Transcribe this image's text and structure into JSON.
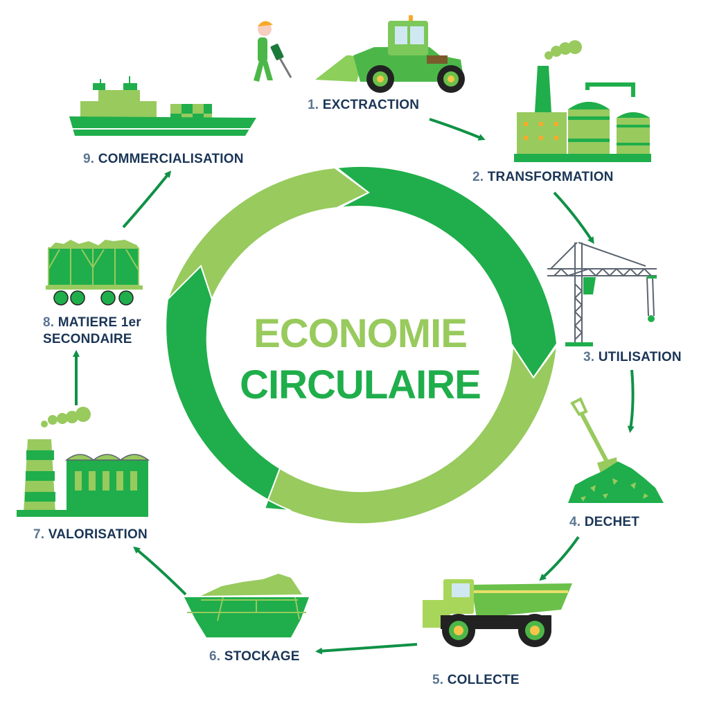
{
  "title": {
    "line1": "ECONOMIE",
    "line2": "CIRCULAIRE"
  },
  "colors": {
    "dark_green": "#1fae4b",
    "light_green": "#98ca5e",
    "arrow_green": "#0f9146",
    "label_navy": "#1a3556",
    "label_number": "#5a7591"
  },
  "steps": [
    {
      "num": "1.",
      "label": "EXCTRACTION",
      "icon": "worker-and-loader-icon"
    },
    {
      "num": "2.",
      "label": "TRANSFORMATION",
      "icon": "factory-tanks-icon"
    },
    {
      "num": "3.",
      "label": "UTILISATION",
      "icon": "tower-crane-icon"
    },
    {
      "num": "4.",
      "label": "DECHET",
      "icon": "shovel-waste-pile-icon"
    },
    {
      "num": "5.",
      "label": "COLLECTE",
      "icon": "dump-truck-icon"
    },
    {
      "num": "6.",
      "label": "STOCKAGE",
      "icon": "skip-container-icon"
    },
    {
      "num": "7.",
      "label": "VALORISATION",
      "icon": "recycling-plant-icon"
    },
    {
      "num": "8.",
      "label": "MATIERE 1er",
      "label2": "SECONDAIRE",
      "icon": "freight-wagon-icon"
    },
    {
      "num": "9.",
      "label": "COMMERCIALISATION",
      "icon": "cargo-ship-icon"
    }
  ]
}
